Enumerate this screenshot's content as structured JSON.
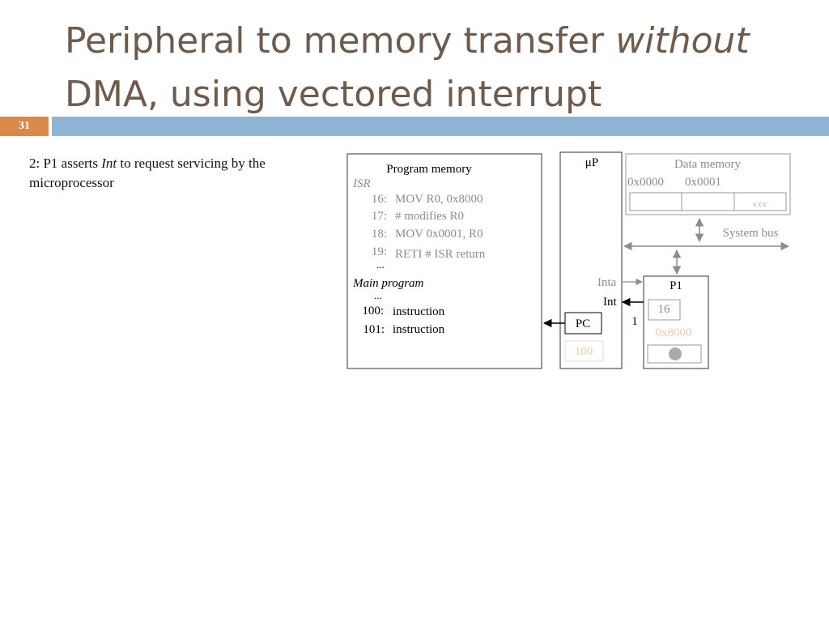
{
  "slide": {
    "title_line1": "Peripheral to memory transfer ",
    "title_emph": "without",
    "title_line2": "DMA, using vectored interrupt",
    "number": "31"
  },
  "body": {
    "text_pre": "2: P1 asserts ",
    "text_emph": "Int",
    "text_post": " to request servicing by the microprocessor"
  },
  "program_memory": {
    "label": "Program memory",
    "isr_label": "ISR",
    "isr_lines": [
      {
        "addr": "16:",
        "code": "MOV R0, 0x8000"
      },
      {
        "addr": "17:",
        "code": "# modifies R0"
      },
      {
        "addr": "18:",
        "code": "MOV 0x0001, R0"
      },
      {
        "addr": "19:",
        "code": "RETI  # ISR return"
      }
    ],
    "ellipsis": "...",
    "main_label": "Main program",
    "main_lines": [
      {
        "addr": "100:",
        "code": "instruction"
      },
      {
        "addr": "101:",
        "code": "instruction"
      }
    ]
  },
  "microprocessor": {
    "label": "μP",
    "inta": "Inta",
    "int": "Int",
    "int_value": "1",
    "pc_label": "PC",
    "pc_value": "100"
  },
  "data_memory": {
    "label": "Data memory",
    "addr0": "0x0000",
    "addr1": "0x0001",
    "dots": "c c c"
  },
  "system_bus": {
    "label": "System bus"
  },
  "peripheral": {
    "label": "P1",
    "vector": "16",
    "data_addr": "0x8000"
  },
  "colors": {
    "title": "#6f5b4b",
    "banner": "#8fb3d3",
    "slide_number_bg": "#d98a4a",
    "faded_text": "#8c8c8c",
    "faded_orange": "#f0c9a8"
  }
}
